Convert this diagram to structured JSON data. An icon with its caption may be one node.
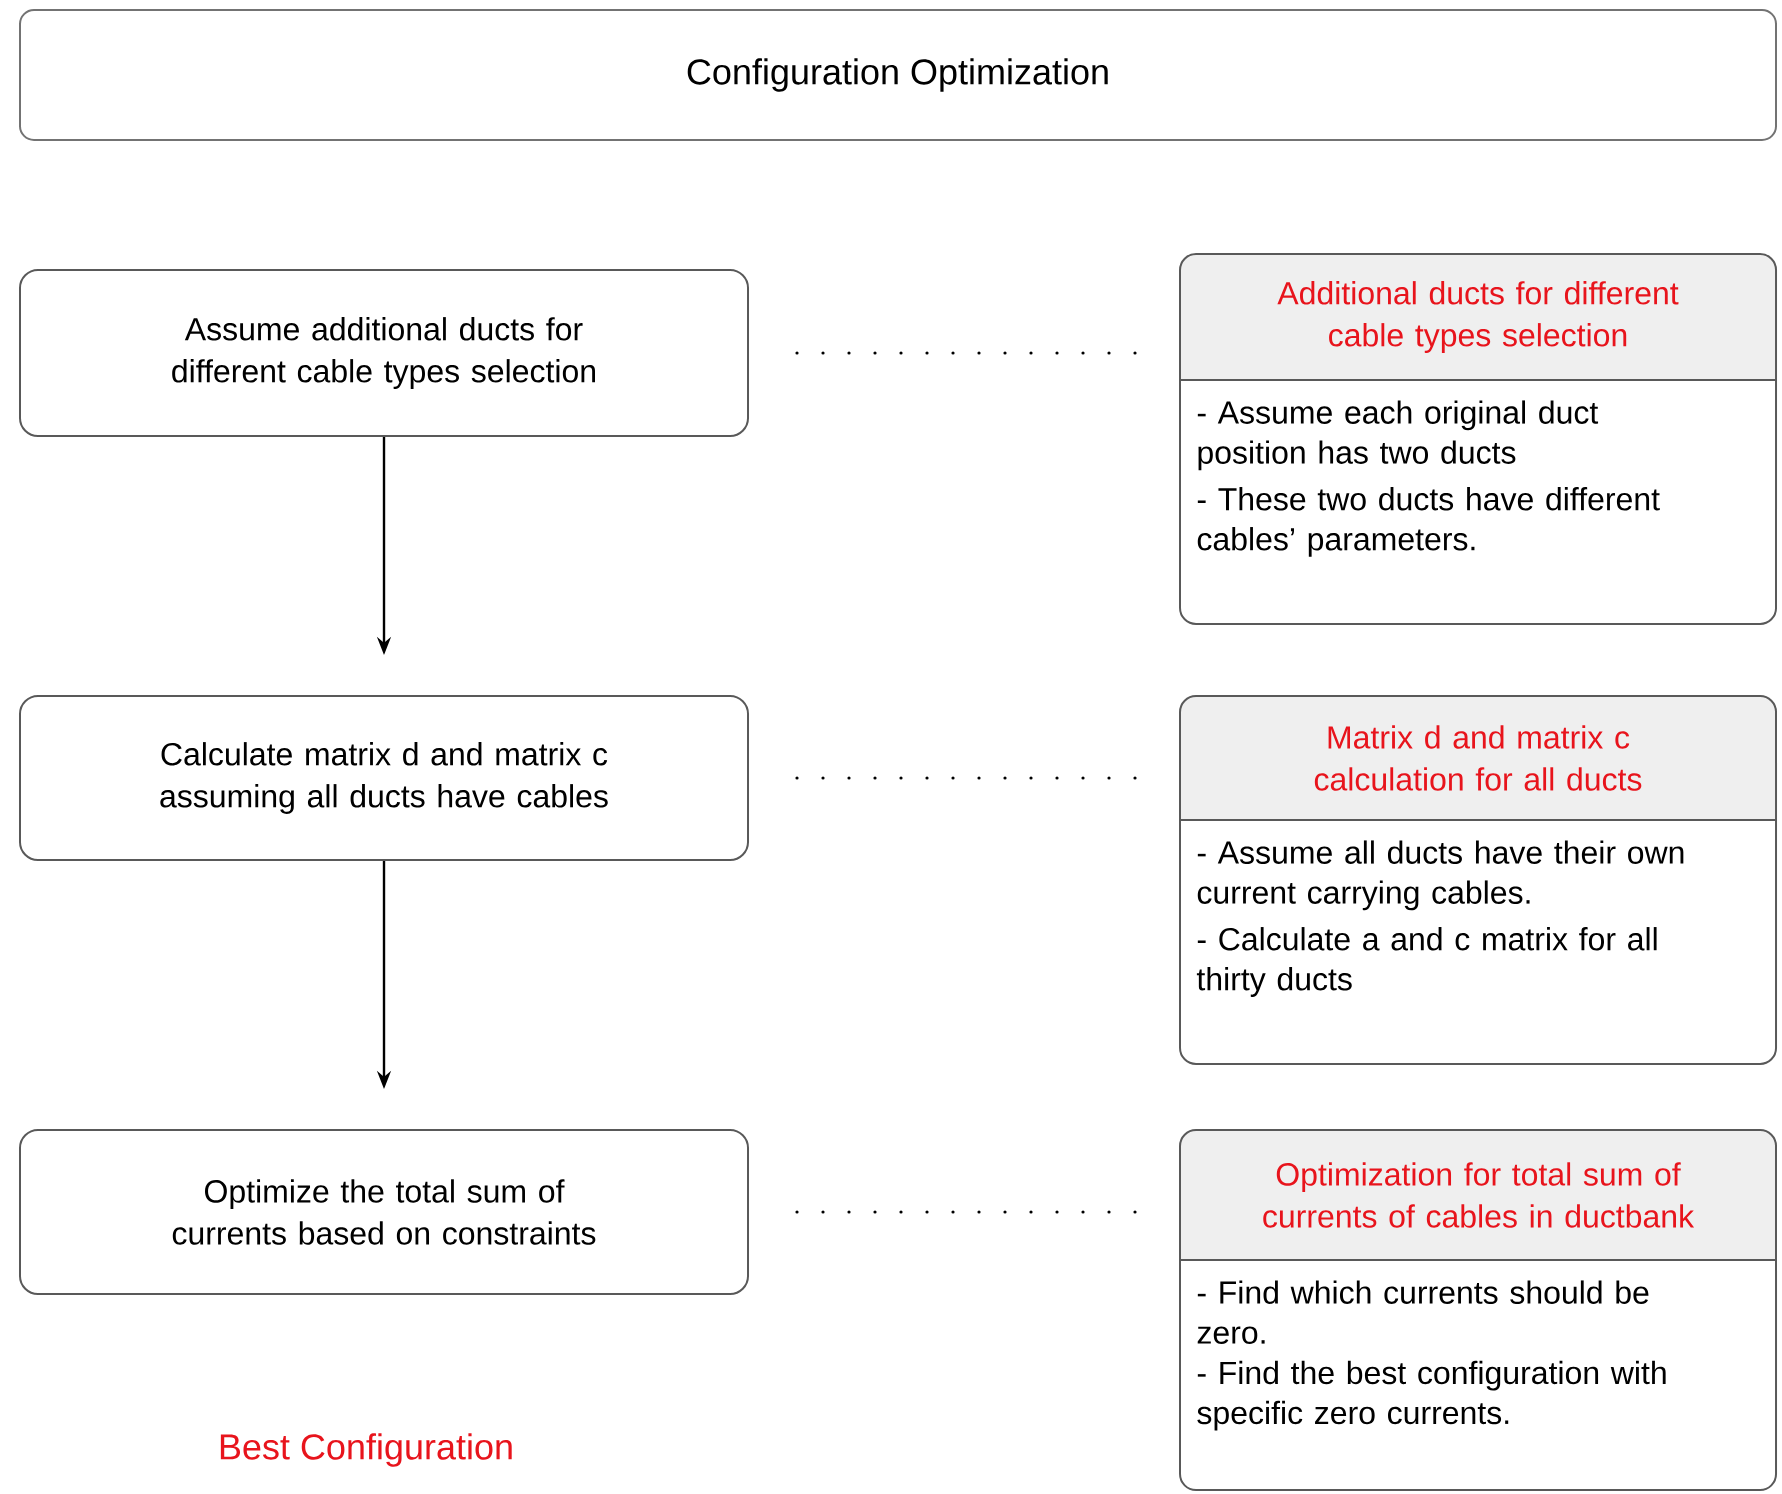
{
  "diagram": {
    "nodes": [
      {
        "text": [
          "Configuration Optimization"
        ]
      },
      {
        "text": [
          "Assume additional ducts for different cable types selection"
        ]
      },
      {
        "text": [
          "Calculate matrix d and matrix c assuming all ducts have cables"
        ]
      },
      {
        "text": [
          "Optimize the total sum of currents based on constraints"
        ]
      },
      {
        "text": [
          "Additional ducts for different cable types selection",
          "- Assume each original duct position has two ducts",
          "- These two ducts have different cables’ parameters."
        ]
      },
      {
        "text": [
          "Matrix d and matrix c calculation for all ducts",
          "- Assume all ducts have their own current carrying cables.",
          "- Calculate a and c matrix for all thirty ducts"
        ]
      },
      {
        "text": [
          "Optimization for total sum of currents of cables in ductbank",
          "- Find which currents should be zero.",
          "- Find the best configuration with specific zero currents."
        ]
      }
    ],
    "edges": [
      {
        "from": 1,
        "to": 2,
        "arrow": "to"
      },
      {
        "from": 2,
        "to": 3,
        "arrow": "to"
      },
      {
        "from": 1,
        "to": 4,
        "arrow": "none",
        "style": "dashed"
      },
      {
        "from": 2,
        "to": 5,
        "arrow": "none",
        "style": "dashed"
      },
      {
        "from": 3,
        "to": 6,
        "arrow": "none",
        "style": "dashed"
      }
    ],
    "labels": [
      "Best Configuration"
    ]
  }
}
